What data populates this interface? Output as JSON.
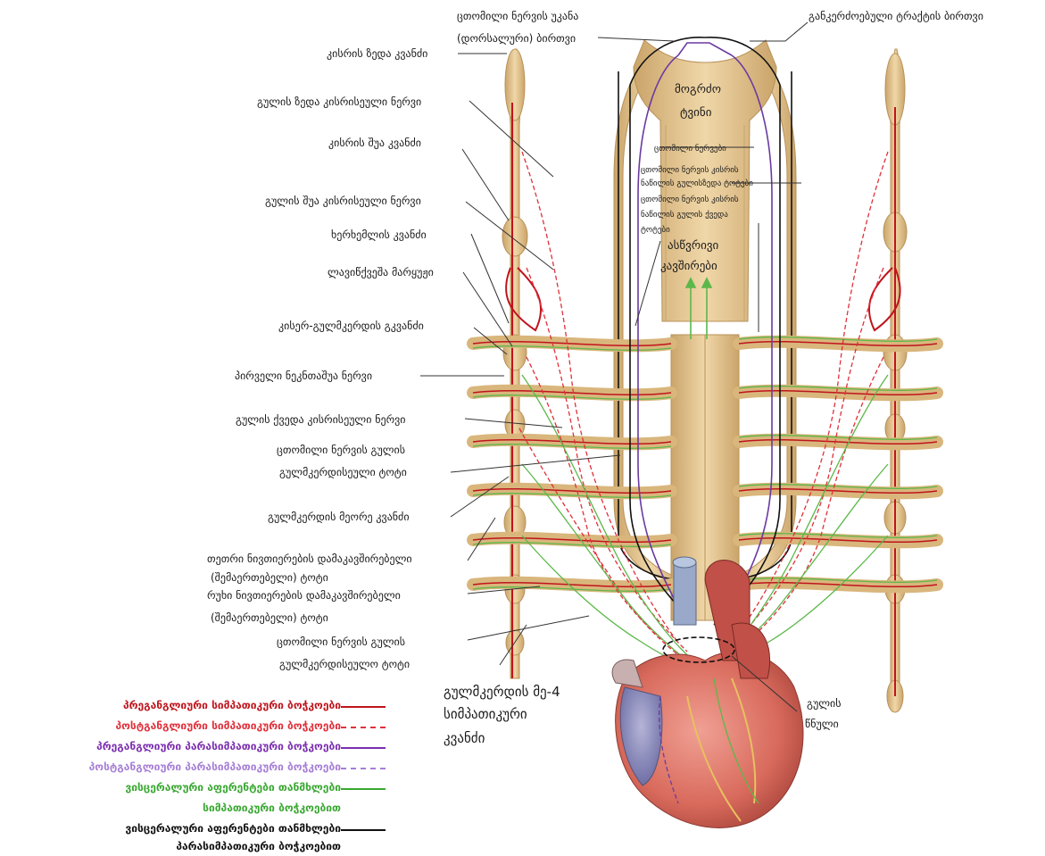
{
  "labels": {
    "dorsal_nucleus": "ცთომილი ნერვის უკანა",
    "dorsal_nucleus_2": "(დორსალური) ბირთვი",
    "solitary_tract": "განკერძოებული ტრაქტის ბირთვი",
    "superior_cervical_ganglion": "კისრის ზედა კვანძი",
    "superior_cardiac_nerve": "გულის ზედა კისრისეული ნერვი",
    "middle_cervical_ganglion": "კისრის შუა კვანძი",
    "middle_cardiac_nerve": "გულის შუა კისრისეული ნერვი",
    "vertebral_ganglion": "ხერხემლის კვანძი",
    "ansa_subclavia": "ლავიწქვეშა მარყუჟი",
    "cervicothoracic_ganglion": "კისერ-გულმკერდის გკვანძი",
    "first_intercostal": "პირველი ნეკნთაშუა ნერვი",
    "inferior_cardiac_nerve": "გულის ქვედა კისრისეული ნერვი",
    "vagal_thoracic_branch_1": "ცთომილი ნერვის გულის",
    "vagal_thoracic_branch_2": "გულმკერდისეული ტოტი",
    "second_thoracic_ganglion": "გულმკერდის მეორე კვანძი",
    "white_ramus_1": "თეთრი ნივთიერების დამაკავშირებელი",
    "white_ramus_2": "(შემაერთებელი) ტოტი",
    "gray_ramus_1": "რუხი ნივთიერების დამაკავშირებელი",
    "gray_ramus_2": "(შემაერთებელი) ტოტი",
    "vagal_thoracic_b_1": "ცთომილი ნერვის გულის",
    "vagal_thoracic_b_2": "გულმკერდისეულო ტოტი",
    "medulla_1": "მოგრძო",
    "medulla_2": "ტვინი",
    "vagus_nerves": "ცთომილი ნერვები",
    "vagus_sup_1": "ცთომილი ნერვის კისრის",
    "vagus_sup_2": "ნაწილის გულისზედა ტოტები",
    "vagus_inf_1": "ცთომილი ნერვის კისრის",
    "vagus_inf_2": "ნაწილის გულის ქვედა",
    "vagus_inf_3": "ტოტები",
    "ascending_1": "ასწვრივი",
    "ascending_2": "კავშირები",
    "fourth_thoracic_1": "გულმკერდის მე-4",
    "fourth_thoracic_2": "სიმპათიკური",
    "fourth_thoracic_3": "კვანძი",
    "cardiac_plexus_1": "გულის",
    "cardiac_plexus_2": "წნული"
  },
  "legend": [
    {
      "text": "პრეგანგლიური სიმპათიკური ბოჭკოები",
      "color": "#c0141c",
      "style": "solid"
    },
    {
      "text": "პოსტგანგლიური სიმპათიკური ბოჭკოები",
      "color": "#e0303a",
      "style": "dashed"
    },
    {
      "text": "პრეგანგლიური პარასიმპათიკური ბოჭკოები",
      "color": "#7b2fb0",
      "style": "solid"
    },
    {
      "text": "პოსტგანგლიური პარასიმპათიკური ბოჭკოები",
      "color": "#a67fd6",
      "style": "dashed"
    },
    {
      "text": "ვისცერალური აფერენტები თანმხლები",
      "color": "#3aa832",
      "style": "solid"
    },
    {
      "text": "სიმპათიკური ბოჭკოებით",
      "color": "#3aa832",
      "style": "none"
    },
    {
      "text": "ვისცერალური აფერენტები თანმხლები",
      "color": "#111111",
      "style": "solid"
    },
    {
      "text": "პარასიმპათიკური ბოჭკოებით",
      "color": "#111111",
      "style": "none"
    }
  ],
  "colors": {
    "nerve_tan": "#e6c995",
    "nerve_tan_dark": "#c9a56c",
    "symp_pre": "#c0141c",
    "symp_post": "#e0303a",
    "para_pre": "#6a3aa0",
    "afferent_green": "#5cb84a",
    "afferent_black": "#111111",
    "heart": "#d66a5e"
  }
}
